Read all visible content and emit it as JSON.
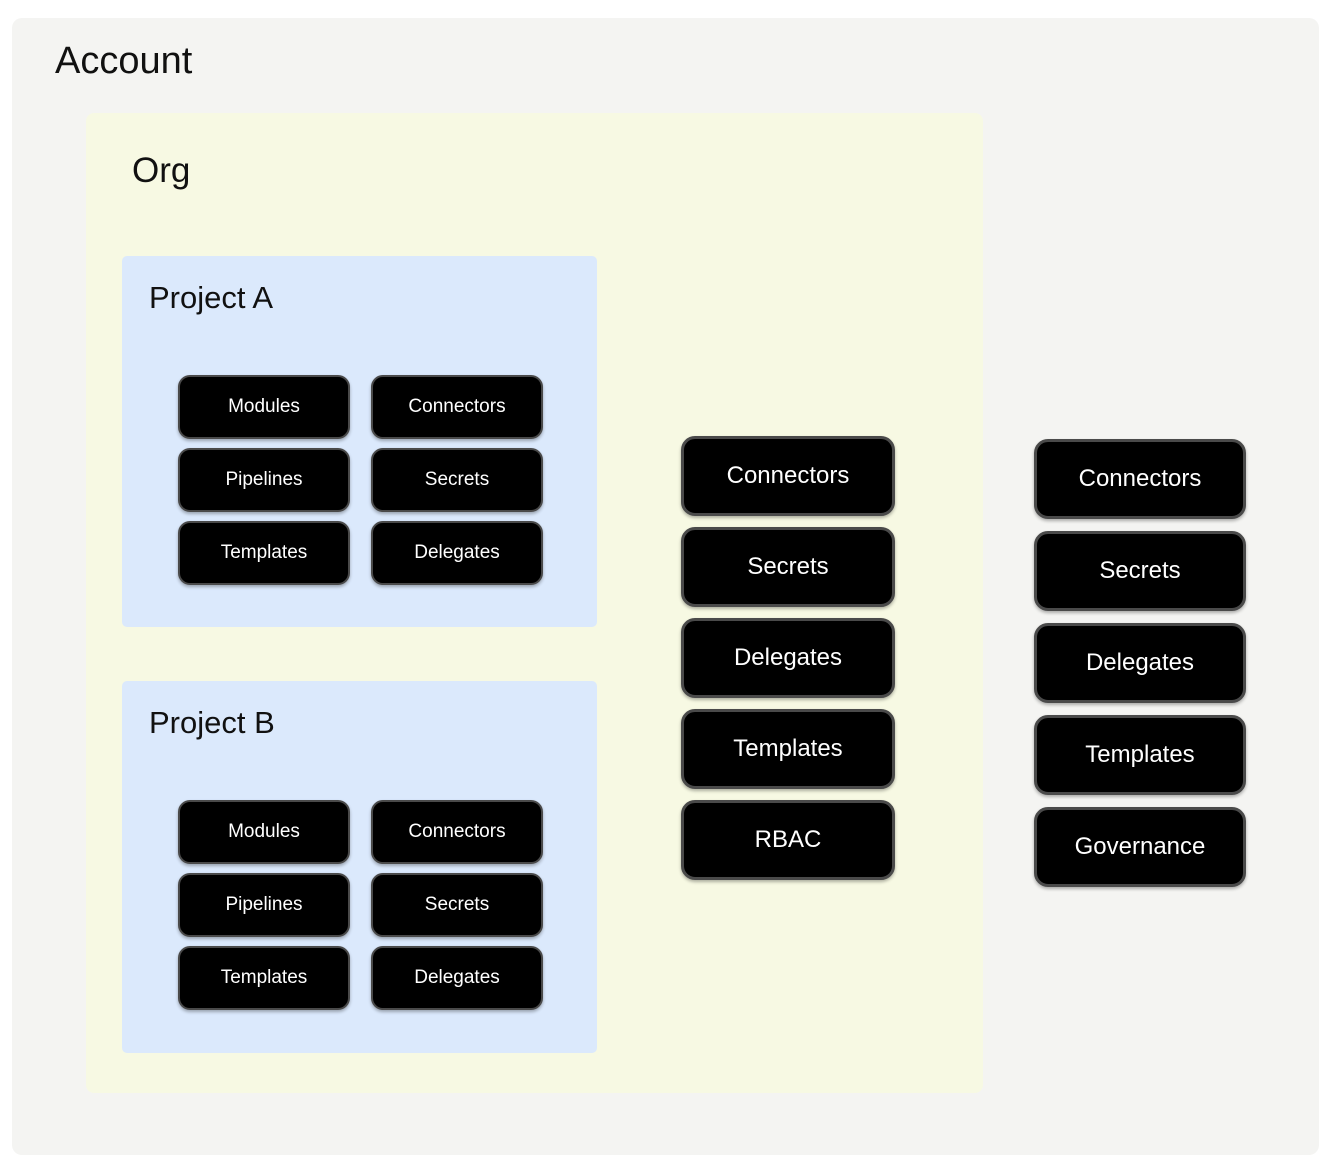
{
  "account": {
    "title": "Account",
    "org": {
      "title": "Org",
      "projects": [
        {
          "title": "Project A",
          "pills": [
            "Modules",
            "Connectors",
            "Pipelines",
            "Secrets",
            "Templates",
            "Delegates"
          ]
        },
        {
          "title": "Project B",
          "pills": [
            "Modules",
            "Connectors",
            "Pipelines",
            "Secrets",
            "Templates",
            "Delegates"
          ]
        }
      ],
      "pills": [
        "Connectors",
        "Secrets",
        "Delegates",
        "Templates",
        "RBAC"
      ]
    },
    "pills": [
      "Connectors",
      "Secrets",
      "Delegates",
      "Templates",
      "Governance"
    ]
  },
  "colors": {
    "account_bg": "#f4f4f2",
    "org_bg": "#f7f9e3",
    "project_bg": "#dbe9fc",
    "pill_bg": "#000000",
    "pill_border": "#4a4a4a",
    "pill_text": "#ffffff",
    "title_text": "#111111"
  }
}
